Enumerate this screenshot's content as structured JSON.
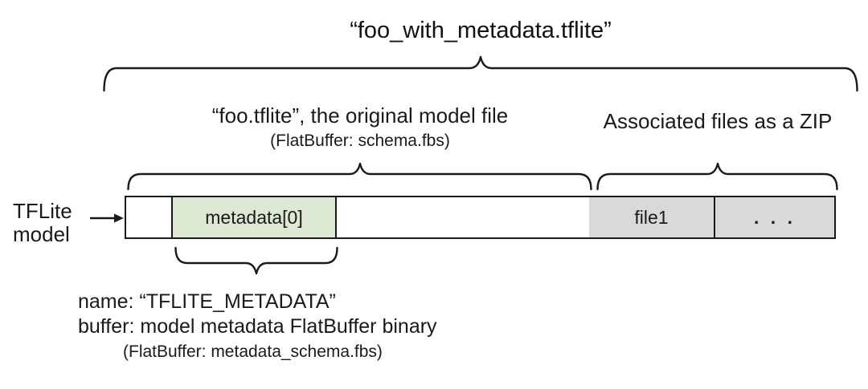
{
  "title": "“foo_with_metadata.tflite”",
  "sections": {
    "model_file": {
      "heading": "“foo.tflite”, the original model file",
      "subheading": "(FlatBuffer: schema.fbs)"
    },
    "zip": {
      "heading": "Associated files as a ZIP"
    }
  },
  "bar": {
    "label_line1": "TFLite",
    "label_line2": "model",
    "segments": [
      {
        "name": "leading-blank",
        "label": ""
      },
      {
        "name": "metadata-buffer",
        "label": "metadata[0]"
      },
      {
        "name": "model-body-blank",
        "label": ""
      },
      {
        "name": "associated-file-1",
        "label": "file1"
      },
      {
        "name": "more-files",
        "label": ". . ."
      }
    ]
  },
  "annotation": {
    "line1": "name: “TFLITE_METADATA”",
    "line2": "buffer: model metadata FlatBuffer binary",
    "line3": "(FlatBuffer: metadata_schema.fbs)"
  },
  "colors": {
    "metadata_fill": "#dde8d3",
    "associated_file_fill": "#d9d9d9",
    "line": "#1a1a1a",
    "background": "#ffffff"
  }
}
